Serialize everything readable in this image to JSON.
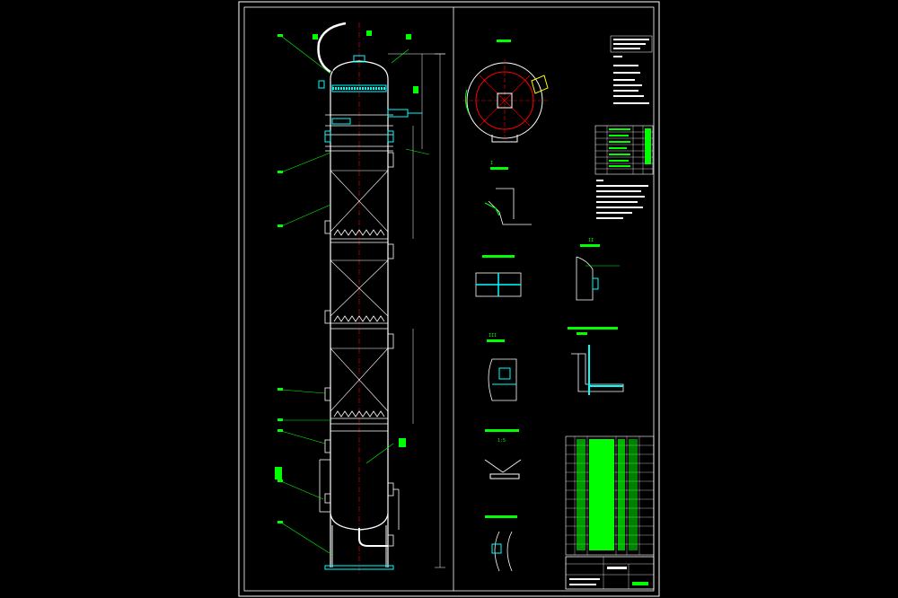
{
  "drawing": {
    "detail_labels": [
      "I",
      "II",
      "III",
      "1:5"
    ],
    "colors": {
      "frame": "#ffffff",
      "leader": "#00ff00",
      "part": "#00ffff",
      "center": "#ff0000",
      "heat": "#ffff00",
      "background": "#000000"
    }
  }
}
